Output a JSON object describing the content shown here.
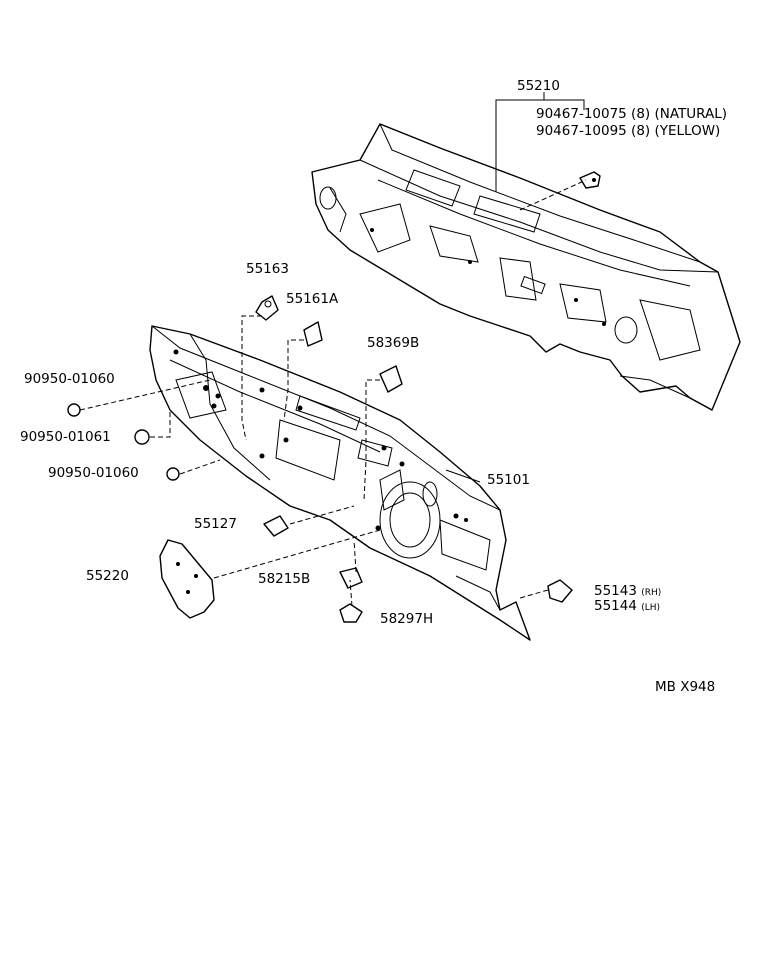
{
  "callouts": {
    "p55210": "55210",
    "p90467_10075": "90467-10075 (8) (NATURAL)",
    "p90467_10095": "90467-10095 (8) (YELLOW)",
    "p55163": "55163",
    "p55161A": "55161A",
    "p58369B": "58369B",
    "p90950_01060_a": "90950-01060",
    "p90950_01061": "90950-01061",
    "p90950_01060_b": "90950-01060",
    "p55101": "55101",
    "p55127": "55127",
    "p55220": "55220",
    "p58215B": "58215B",
    "p58297H": "58297H",
    "p55143": "55143",
    "p55143_side": "(RH)",
    "p55144": "55144",
    "p55144_side": "(LH)"
  },
  "figure_code": "MB X948"
}
